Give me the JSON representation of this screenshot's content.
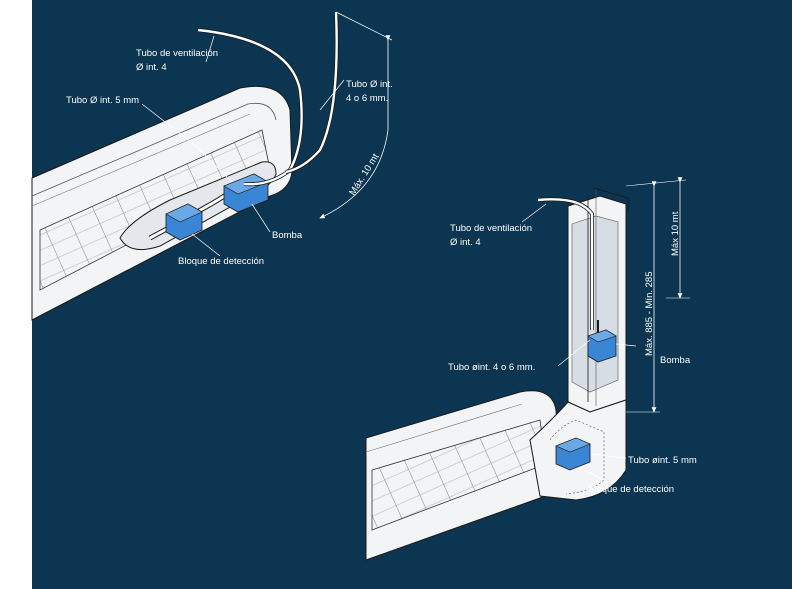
{
  "colors": {
    "background": "#0b3550",
    "page_margin": "#ffffff",
    "unit_body": "#f2f4f6",
    "line": "#1a1a1a",
    "component_blue": "#3a86d4",
    "component_blue_dark": "#2a5fa0",
    "label_text": "#ffffff"
  },
  "left_diagram": {
    "vent_tube_label_1": "Tubo de ventilación",
    "vent_tube_label_2": "Ø int. 4",
    "drain_tube_label": "Tubo Ø int. 5 mm",
    "outlet_tube_label_1": "Tubo Ø int.",
    "outlet_tube_label_2": "4 o 6 mm.",
    "max_length_label": "Máx. 10 mt",
    "pump_label": "Bomba",
    "detection_block_label": "Bloque de detección"
  },
  "right_diagram": {
    "vent_tube_label_1": "Tubo de ventilación",
    "vent_tube_label_2": "Ø int. 4",
    "max_length_label": "Máx 10 mt",
    "height_range_label": "Máx. 885 - Mín. 285",
    "outlet_tube_label": "Tubo øint. 4 o 6 mm.",
    "pump_label": "Bomba",
    "drain_tube_label": "Tubo øint. 5 mm",
    "detection_block_label": "Bloque de detección"
  }
}
